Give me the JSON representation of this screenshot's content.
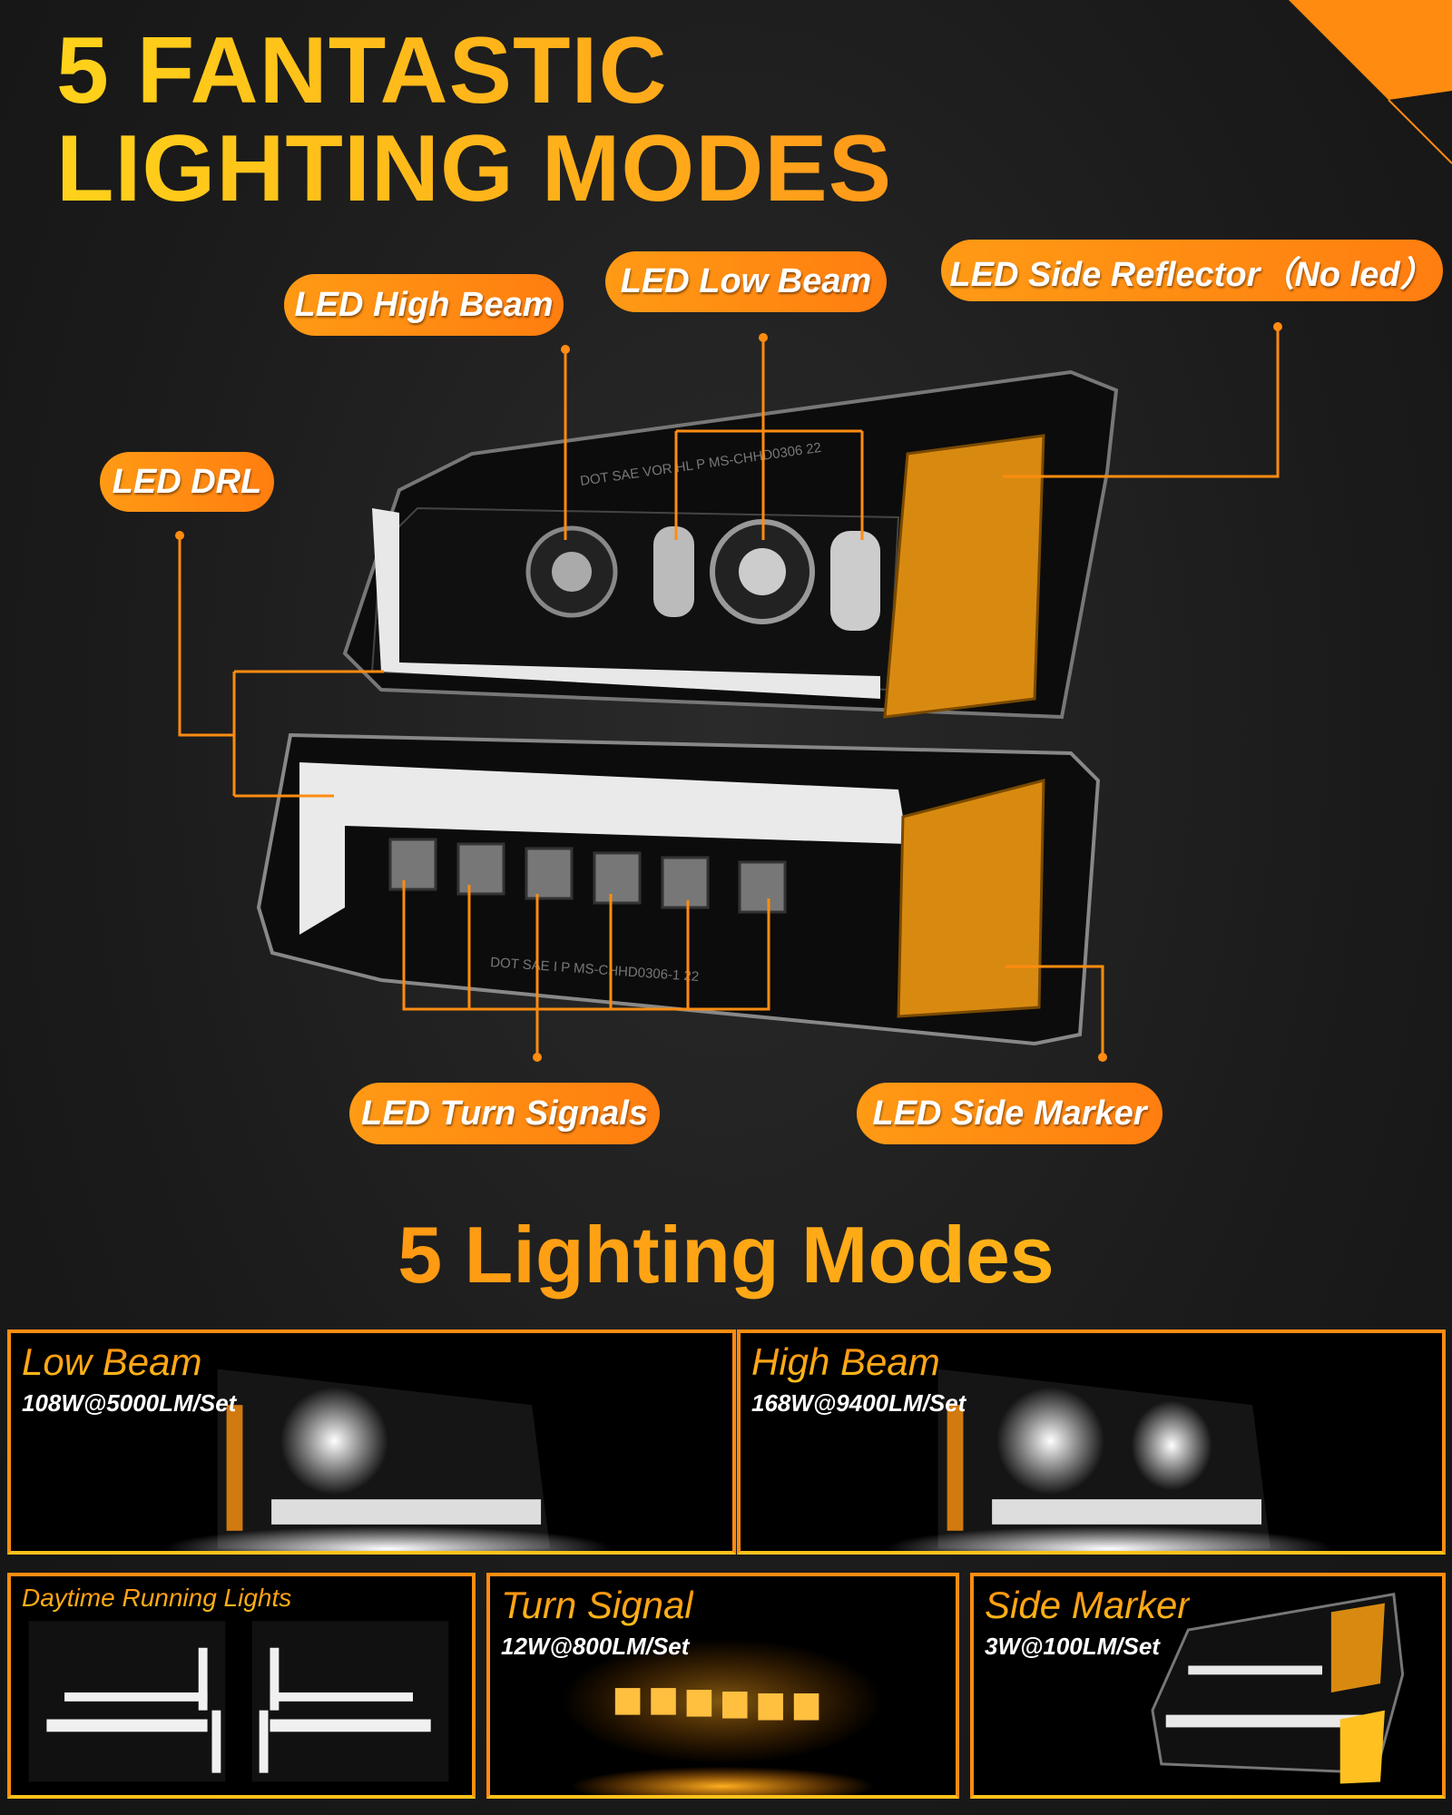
{
  "title": {
    "line1": "5 FANTASTIC",
    "line2": "LIGHTING MODES"
  },
  "callouts": {
    "high_beam": "LED High Beam",
    "low_beam": "LED Low Beam",
    "side_reflector": "LED Side Reflector（No led）",
    "drl": "LED DRL",
    "turn_signals": "LED Turn Signals",
    "side_marker": "LED Side Marker"
  },
  "product_markings": [
    "DOT SAE VOR HL P MS-CHHD0306 22",
    "DOT SAE I P MS-CHHD0306-1 22"
  ],
  "modes_heading": "5 Lighting Modes",
  "modes": [
    {
      "title": "Low Beam",
      "spec": "108W@5000LM/Set"
    },
    {
      "title": "High Beam",
      "spec": "168W@9400LM/Set"
    },
    {
      "title": "Daytime Running Lights",
      "spec": ""
    },
    {
      "title": "Turn Signal",
      "spec": "12W@800LM/Set"
    },
    {
      "title": "Side Marker",
      "spec": "3W@100LM/Set"
    }
  ],
  "colors": {
    "accent": "#ff8c10",
    "title_yellow": "#ffc21a",
    "background": "#1c1c1c",
    "amber": "#f0a020"
  }
}
